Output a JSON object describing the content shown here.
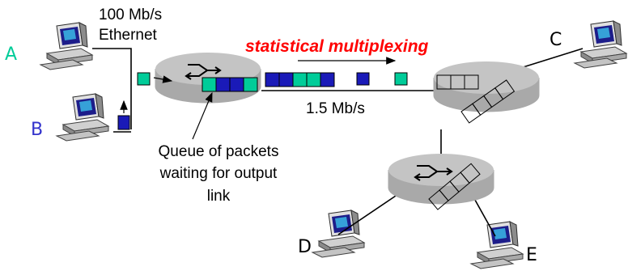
{
  "labels": {
    "ethernet_speed": "100 Mb/s",
    "ethernet_name": "Ethernet",
    "title": "statistical multiplexing",
    "link_speed": "1.5 Mb/s",
    "queue_line1": "Queue of packets",
    "queue_line2": "waiting for output",
    "queue_line3": "link"
  },
  "nodes": {
    "a": "A",
    "b": "B",
    "c": "C",
    "d": "D",
    "e": "E"
  },
  "colors": {
    "green_packet": "#00cc99",
    "blue_packet": "#1a1ab8",
    "router_fill": "#bdbdbd",
    "node_a": "#00cc99",
    "node_b": "#3333cc",
    "node_cde": "#000000",
    "title": "#ff0000"
  },
  "icons": {
    "host": "desktop-computer-icon",
    "router": "router-icon",
    "packet": "packet-square"
  }
}
